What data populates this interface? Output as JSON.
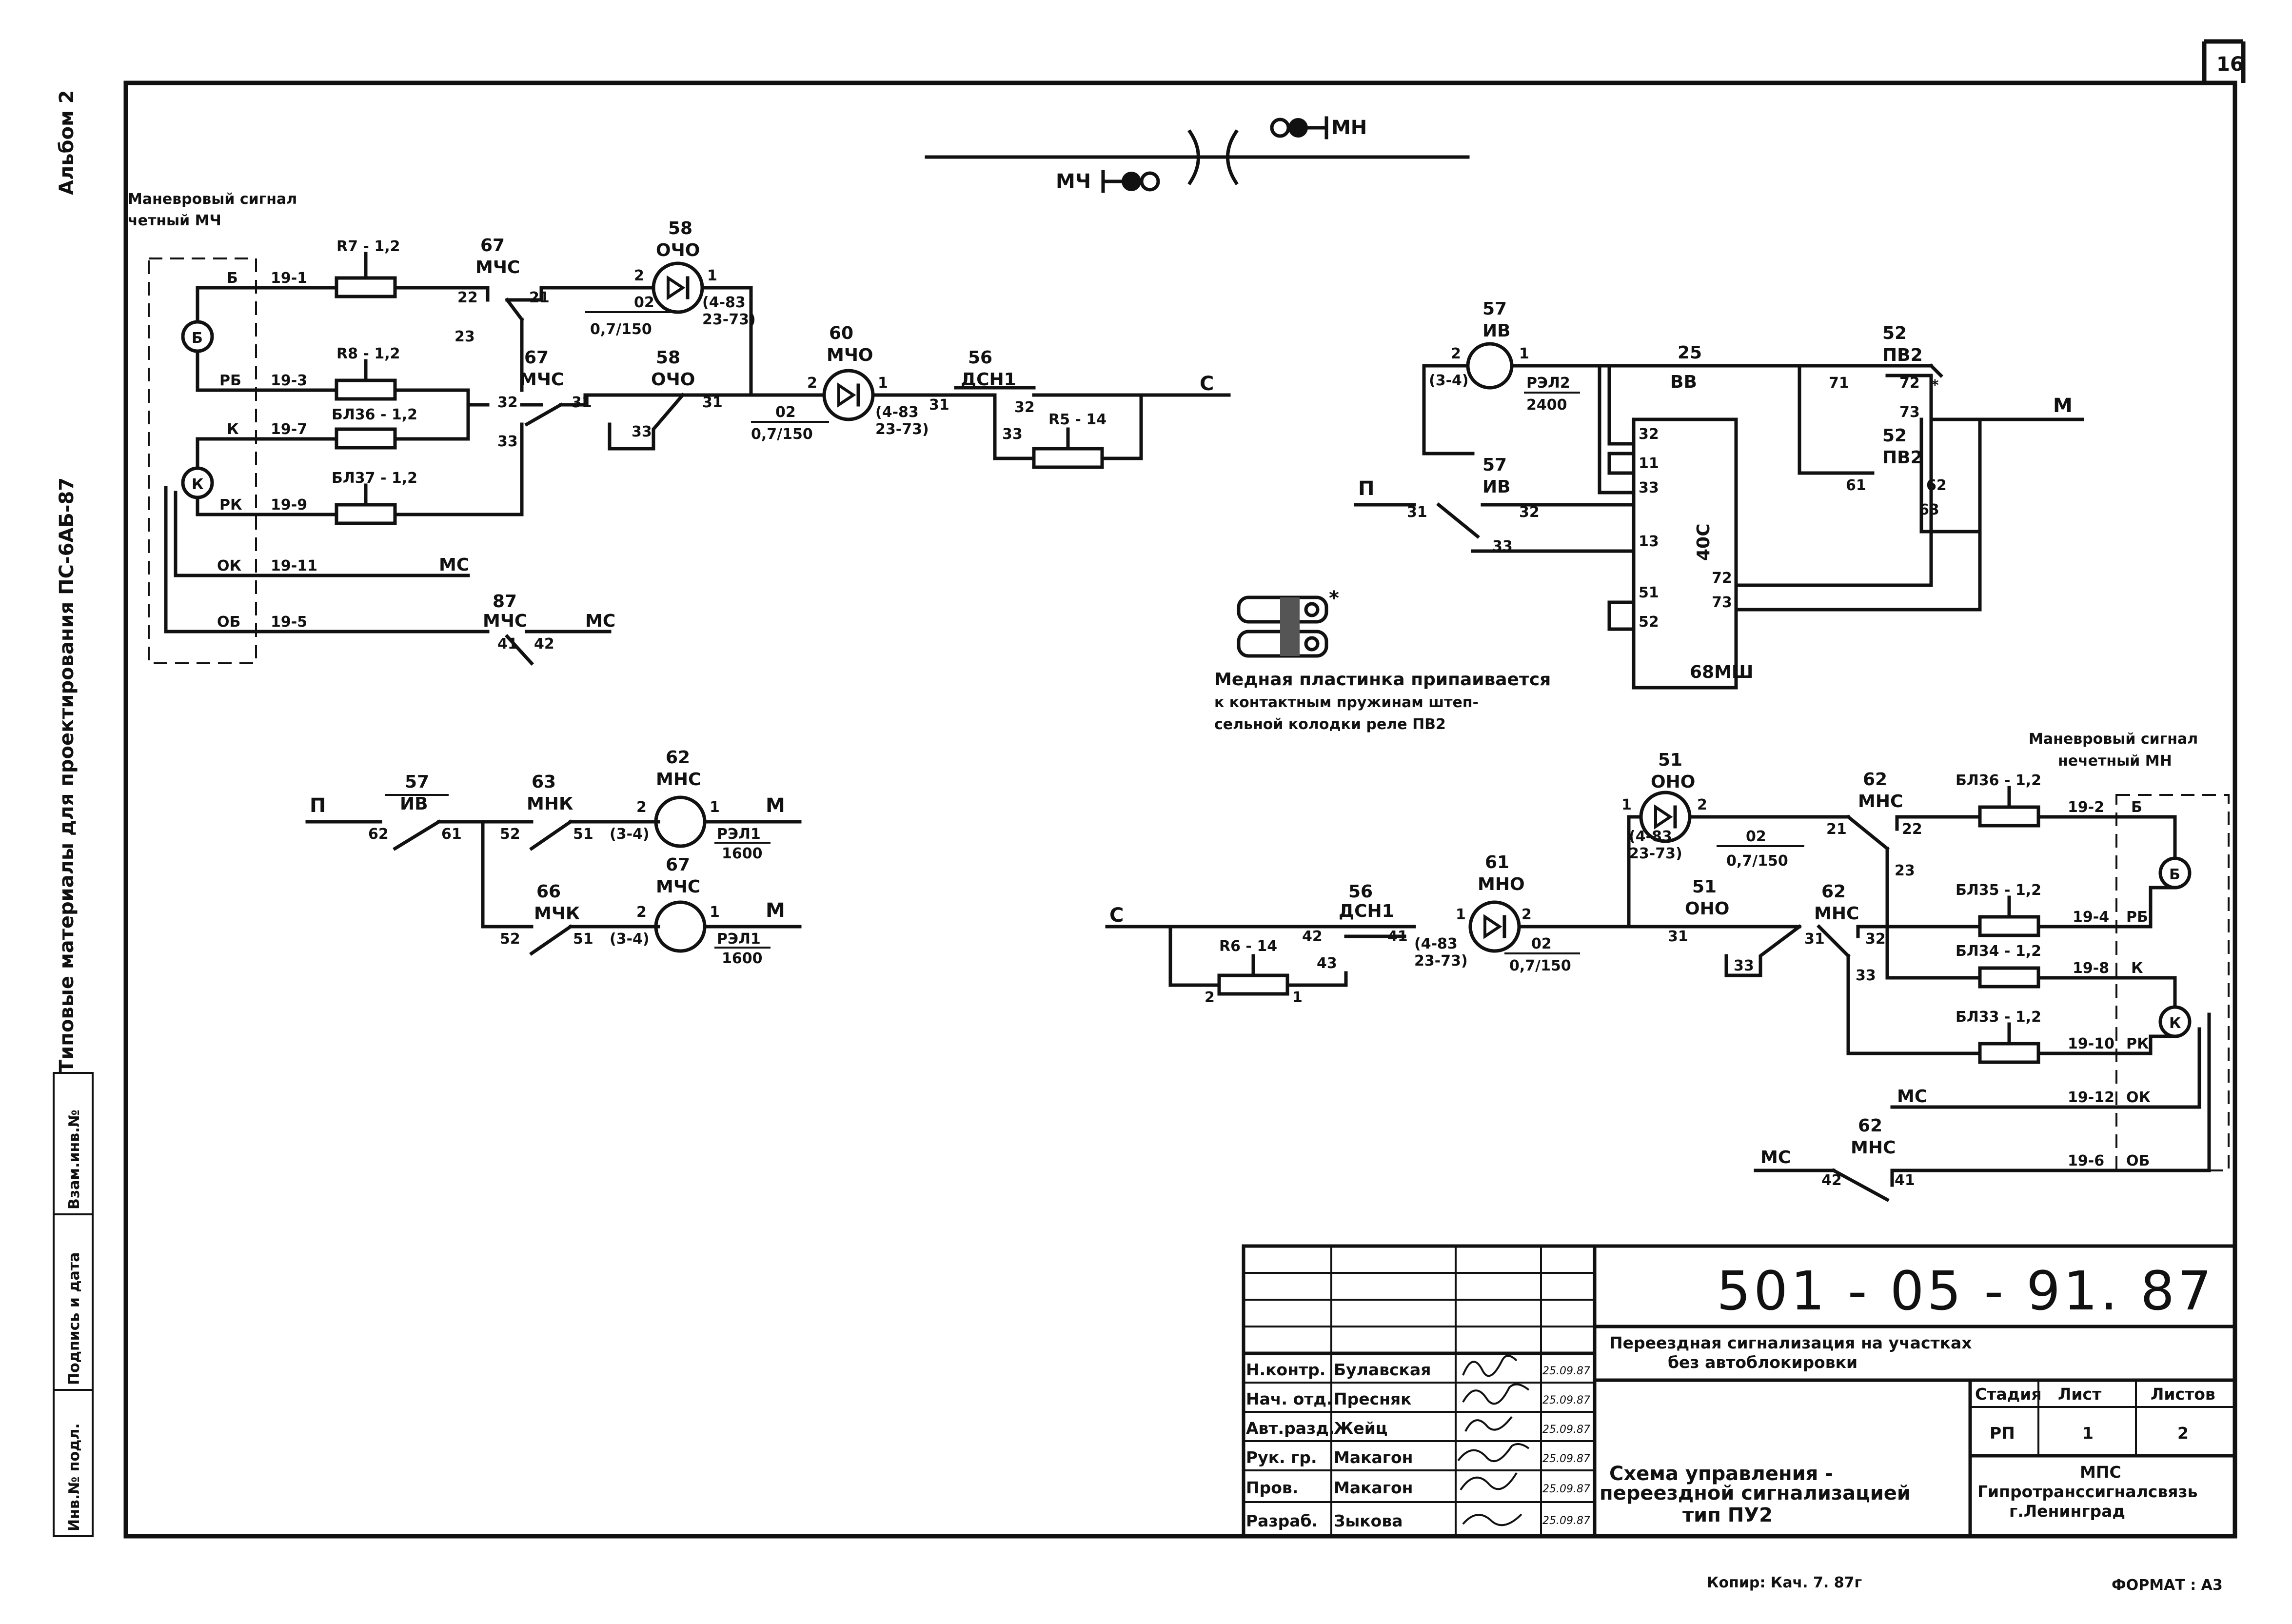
{
  "sheet": {
    "number": "16",
    "album": "Альбом 2",
    "series": "Типовые материалы для проектирования ПС-6АБ-87",
    "copy_note": "Копир: Кач. 7. 87г",
    "format": "ФОРМАТ : А3"
  },
  "left_stamp": [
    "Инв.№ подл.",
    "Подпись и дата",
    "Взам.инв.№"
  ],
  "signals": {
    "mn": "МН",
    "mch": "МЧ",
    "even_title_1": "Маневровый сигнал",
    "even_title_2": "четный МЧ",
    "odd_title_1": "Маневровый сигнал",
    "odd_title_2": "нечетный МН"
  },
  "top_left": {
    "wires": [
      "Б",
      "РБ",
      "К",
      "РК",
      "ОК",
      "ОБ"
    ],
    "terminals": [
      "19-1",
      "19-3",
      "19-7",
      "19-9",
      "19-11",
      "19-5"
    ],
    "lamp_b": "Б",
    "lamp_k": "К",
    "resistors": [
      "R7 - 1,2",
      "R8 - 1,2",
      "БЛ36 - 1,2",
      "БЛ37 - 1,2"
    ],
    "mchs_num": "67",
    "mchs": "МЧС",
    "ochv_num": "58",
    "ochv": "ОЧО",
    "mcho_num": "60",
    "mcho": "МЧО",
    "dsn_num": "56",
    "dsn": "ДСН1",
    "r5": "R5 - 14",
    "c_bus": "С",
    "ms": "МС",
    "d02": "02",
    "d0715": "0,7/150",
    "d483": "(4-83",
    "d2373": "23-73)",
    "c21": "21",
    "c22": "22",
    "c23": "23",
    "c31": "31",
    "c32": "32",
    "c33": "33",
    "c41": "41",
    "c42": "42",
    "n1": "1",
    "n2": "2",
    "ochv_contact": "58",
    "ochv_contact_name": "ОЧО",
    "mchs_87": "87"
  },
  "top_right": {
    "iv_num": "57",
    "iv": "ИВ",
    "rel_type": "(3-4)",
    "rel_code": "РЭЛ2",
    "rel_val": "2400",
    "bb_num": "25",
    "bb": "ВВ",
    "pv2_num": "52",
    "pv2": "ПВ2",
    "p_bus": "П",
    "m_bus": "М",
    "block_40s": "40С",
    "block_68": "68МШ",
    "star": "*",
    "c71": "71",
    "c72": "72",
    "c73": "73",
    "c61": "61",
    "c62": "62",
    "c63": "63",
    "c11": "11",
    "c13": "13",
    "c51": "51",
    "c52": "52",
    "c31": "31",
    "c32": "32",
    "c33": "33",
    "n1": "1",
    "n2": "2"
  },
  "note": {
    "line1": "Медная пластинка припаивается",
    "line2": "к контактным пружинам штеп-",
    "line3": "сельной колодки реле ПВ2"
  },
  "mid_left": {
    "p": "П",
    "m": "М",
    "iv_num": "57",
    "iv": "ИВ",
    "mnk_num": "63",
    "mnk": "МНК",
    "mns_num": "62",
    "mns": "МНС",
    "mchk_num": "66",
    "mchk": "МЧК",
    "mchs_num": "67",
    "mchs": "МЧС",
    "rel34": "(3-4)",
    "rel1": "РЭЛ1",
    "rel1600": "1600",
    "c61": "61",
    "c62": "62",
    "c51": "51",
    "c52": "52",
    "n1": "1",
    "n2": "2"
  },
  "bottom_right": {
    "c_bus": "С",
    "r6": "R6 - 14",
    "dsn_num": "56",
    "dsn": "ДСН1",
    "mno_num": "61",
    "mno": "МНО",
    "ono_num": "51",
    "ono": "ОНО",
    "mns_num": "62",
    "mns": "МНС",
    "resistors": [
      "БЛ36 - 1,2",
      "БЛ35 - 1,2",
      "БЛ34 - 1,2",
      "БЛ33 - 1,2"
    ],
    "terminals": [
      "19-2",
      "19-4",
      "19-8",
      "19-10",
      "19-12",
      "19-6"
    ],
    "wires": [
      "Б",
      "РБ",
      "К",
      "РК",
      "ОК",
      "ОБ"
    ],
    "lamp_b": "Б",
    "lamp_k": "К",
    "ms": "МС",
    "d02": "02",
    "d0715": "0,7/150",
    "d483": "(4-83",
    "d2373": "23-73)",
    "c21": "21",
    "c22": "22",
    "c23": "23",
    "c31": "31",
    "c32": "32",
    "c33": "33",
    "c41": "41",
    "c42": "42",
    "c43": "43",
    "n1": "1",
    "n2": "2"
  },
  "title_block": {
    "doc_number": "501 - 05 - 91. 87",
    "project_1": "Переездная сигнализация на участках",
    "project_2": "без автоблокировки",
    "stage_h": "Стадия",
    "sheet_h": "Лист",
    "sheets_h": "Листов",
    "stage": "РП",
    "sheet": "1",
    "sheets": "2",
    "drawing_1": "Схема управления -",
    "drawing_2": "переездной сигнализацией",
    "drawing_3": "тип ПУ2",
    "org_1": "МПС",
    "org_2": "Гипротранссигналсвязь",
    "org_3": "г.Ленинград",
    "rows": [
      {
        "role": "Н.контр.",
        "name": "Булавская",
        "date": "25.09.87"
      },
      {
        "role": "Нач. отд.",
        "name": "Пресняк",
        "date": "25.09.87"
      },
      {
        "role": "Авт.разд.",
        "name": "Жейц",
        "date": "25.09.87"
      },
      {
        "role": "Рук. гр.",
        "name": "Макагон",
        "date": "25.09.87"
      },
      {
        "role": "Пров.",
        "name": "Макагон",
        "date": "25.09.87"
      },
      {
        "role": "Разраб.",
        "name": "Зыкова",
        "date": "25.09.87"
      }
    ]
  }
}
